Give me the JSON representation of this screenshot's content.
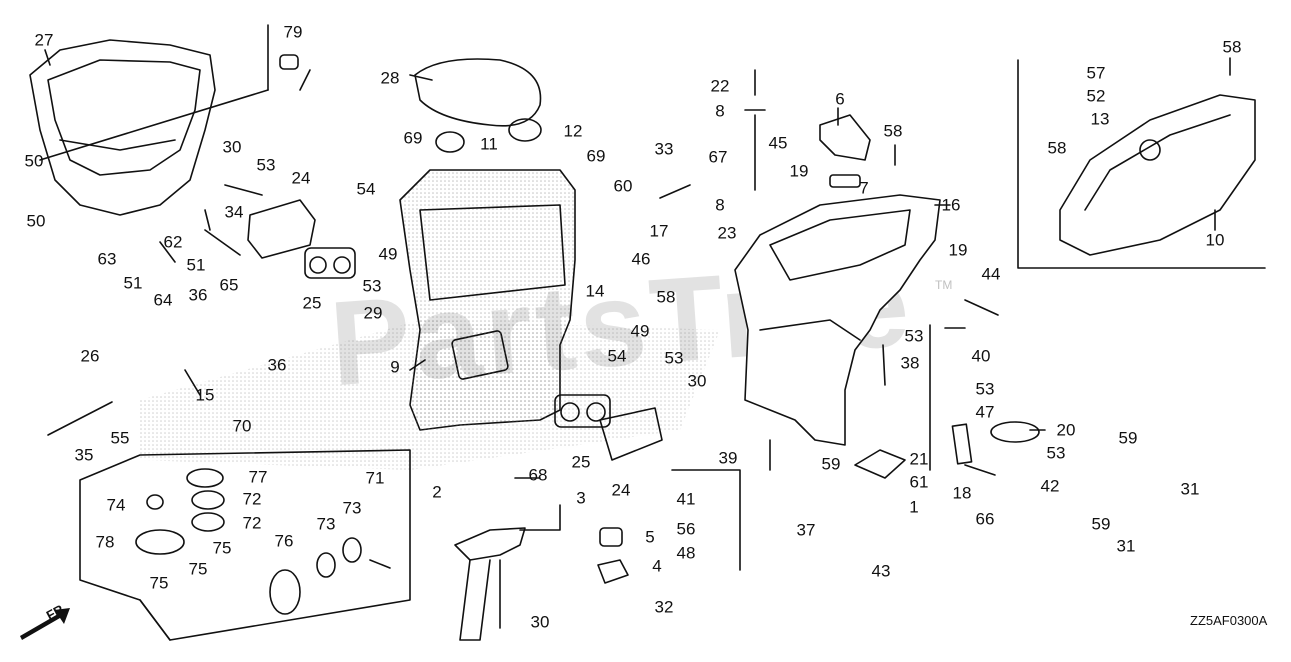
{
  "diagram": {
    "code": "ZZ5AF0300A",
    "front_label": "FR.",
    "watermark": "PartsTree",
    "watermark_tm": "TM"
  },
  "callouts": [
    {
      "id": "c-27a",
      "text": "27"
    },
    {
      "id": "c-79",
      "text": "79"
    },
    {
      "id": "c-28",
      "text": "28"
    },
    {
      "id": "c-22",
      "text": "22"
    },
    {
      "id": "c-58a",
      "text": "58"
    },
    {
      "id": "c-57",
      "text": "57"
    },
    {
      "id": "c-52",
      "text": "52"
    },
    {
      "id": "c-13",
      "text": "13"
    },
    {
      "id": "c-58b",
      "text": "58"
    },
    {
      "id": "c-10",
      "text": "10"
    },
    {
      "id": "c-8a",
      "text": "8"
    },
    {
      "id": "c-6",
      "text": "6"
    },
    {
      "id": "c-58c",
      "text": "58"
    },
    {
      "id": "c-11",
      "text": "11"
    },
    {
      "id": "c-12",
      "text": "12"
    },
    {
      "id": "c-69a",
      "text": "69"
    },
    {
      "id": "c-69b",
      "text": "69"
    },
    {
      "id": "c-67",
      "text": "67"
    },
    {
      "id": "c-45",
      "text": "45"
    },
    {
      "id": "c-33",
      "text": "33"
    },
    {
      "id": "c-50a",
      "text": "50"
    },
    {
      "id": "c-30a",
      "text": "30"
    },
    {
      "id": "c-53a",
      "text": "53"
    },
    {
      "id": "c-24a",
      "text": "24"
    },
    {
      "id": "c-19a",
      "text": "19"
    },
    {
      "id": "c-7",
      "text": "7"
    },
    {
      "id": "c-60",
      "text": "60"
    },
    {
      "id": "c-50b",
      "text": "50"
    },
    {
      "id": "c-54a",
      "text": "54"
    },
    {
      "id": "c-34",
      "text": "34"
    },
    {
      "id": "c-8b",
      "text": "8"
    },
    {
      "id": "c-16",
      "text": "16"
    },
    {
      "id": "c-17",
      "text": "17"
    },
    {
      "id": "c-23",
      "text": "23"
    },
    {
      "id": "c-63",
      "text": "63"
    },
    {
      "id": "c-62",
      "text": "62"
    },
    {
      "id": "c-49a",
      "text": "49"
    },
    {
      "id": "c-46",
      "text": "46"
    },
    {
      "id": "c-19b",
      "text": "19"
    },
    {
      "id": "c-44",
      "text": "44"
    },
    {
      "id": "c-51a",
      "text": "51"
    },
    {
      "id": "c-51b",
      "text": "51"
    },
    {
      "id": "c-65",
      "text": "65"
    },
    {
      "id": "c-25a",
      "text": "25"
    },
    {
      "id": "c-53b",
      "text": "53"
    },
    {
      "id": "c-14",
      "text": "14"
    },
    {
      "id": "c-58d",
      "text": "58"
    },
    {
      "id": "c-64",
      "text": "64"
    },
    {
      "id": "c-36a",
      "text": "36"
    },
    {
      "id": "c-29",
      "text": "29"
    },
    {
      "id": "c-53c",
      "text": "53"
    },
    {
      "id": "c-26",
      "text": "26"
    },
    {
      "id": "c-36b",
      "text": "36"
    },
    {
      "id": "c-49b",
      "text": "49"
    },
    {
      "id": "c-40",
      "text": "40"
    },
    {
      "id": "c-38",
      "text": "38"
    },
    {
      "id": "c-9",
      "text": "9"
    },
    {
      "id": "c-54b",
      "text": "54"
    },
    {
      "id": "c-53d",
      "text": "53"
    },
    {
      "id": "c-15",
      "text": "15"
    },
    {
      "id": "c-30b",
      "text": "30"
    },
    {
      "id": "c-53e",
      "text": "53"
    },
    {
      "id": "c-47",
      "text": "47"
    },
    {
      "id": "c-35",
      "text": "35"
    },
    {
      "id": "c-55",
      "text": "55"
    },
    {
      "id": "c-70",
      "text": "70"
    },
    {
      "id": "c-20",
      "text": "20"
    },
    {
      "id": "c-59a",
      "text": "59"
    },
    {
      "id": "c-53f",
      "text": "53"
    },
    {
      "id": "c-25b",
      "text": "25"
    },
    {
      "id": "c-39",
      "text": "39"
    },
    {
      "id": "c-21",
      "text": "21"
    },
    {
      "id": "c-59b",
      "text": "59"
    },
    {
      "id": "c-77",
      "text": "77"
    },
    {
      "id": "c-68",
      "text": "68"
    },
    {
      "id": "c-24b",
      "text": "24"
    },
    {
      "id": "c-71",
      "text": "71"
    },
    {
      "id": "c-2",
      "text": "2"
    },
    {
      "id": "c-3",
      "text": "3"
    },
    {
      "id": "c-41",
      "text": "41"
    },
    {
      "id": "c-61",
      "text": "61"
    },
    {
      "id": "c-18",
      "text": "18"
    },
    {
      "id": "c-42",
      "text": "42"
    },
    {
      "id": "c-31a",
      "text": "31"
    },
    {
      "id": "c-74",
      "text": "74"
    },
    {
      "id": "c-72a",
      "text": "72"
    },
    {
      "id": "c-73a",
      "text": "73"
    },
    {
      "id": "c-1",
      "text": "1"
    },
    {
      "id": "c-66",
      "text": "66"
    },
    {
      "id": "c-59c",
      "text": "59"
    },
    {
      "id": "c-72b",
      "text": "72"
    },
    {
      "id": "c-73b",
      "text": "73"
    },
    {
      "id": "c-56",
      "text": "56"
    },
    {
      "id": "c-37",
      "text": "37"
    },
    {
      "id": "c-5",
      "text": "5"
    },
    {
      "id": "c-31b",
      "text": "31"
    },
    {
      "id": "c-78",
      "text": "78"
    },
    {
      "id": "c-75a",
      "text": "75"
    },
    {
      "id": "c-76",
      "text": "76"
    },
    {
      "id": "c-48",
      "text": "48"
    },
    {
      "id": "c-4",
      "text": "4"
    },
    {
      "id": "c-43",
      "text": "43"
    },
    {
      "id": "c-75b",
      "text": "75"
    },
    {
      "id": "c-75c",
      "text": "75"
    },
    {
      "id": "c-32",
      "text": "32"
    },
    {
      "id": "c-30c",
      "text": "30"
    }
  ]
}
